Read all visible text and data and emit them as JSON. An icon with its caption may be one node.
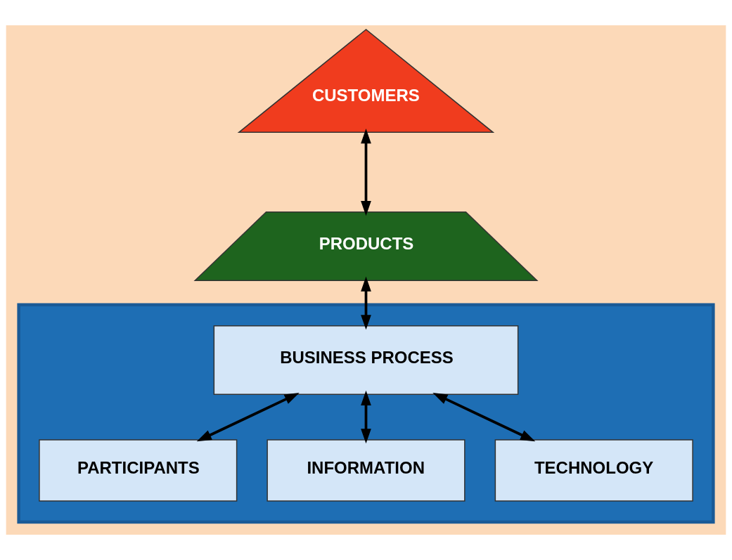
{
  "diagram": {
    "nodes": [
      {
        "text": [
          "CUSTOMERS"
        ]
      },
      {
        "text": [
          "PRODUCTS"
        ]
      },
      {
        "text": [],
        "shape": "trapezium"
      },
      {
        "text": [
          "BUSINESS PROCESS"
        ],
        "in": 2
      },
      {
        "text": [
          "PARTICIPANTS"
        ],
        "in": 2
      },
      {
        "text": [
          "INFORMATION"
        ],
        "in": 2
      },
      {
        "text": [
          "TECHNOLOGY"
        ],
        "in": 2
      }
    ],
    "edges": [
      {
        "from": 0,
        "to": 1,
        "arrow": "both"
      },
      {
        "from": 1,
        "to": 3,
        "arrow": "both"
      },
      {
        "from": 3,
        "to": 4,
        "arrow": "both"
      },
      {
        "from": 3,
        "to": 5,
        "arrow": "both"
      },
      {
        "from": 3,
        "to": 6,
        "arrow": "both"
      }
    ]
  }
}
